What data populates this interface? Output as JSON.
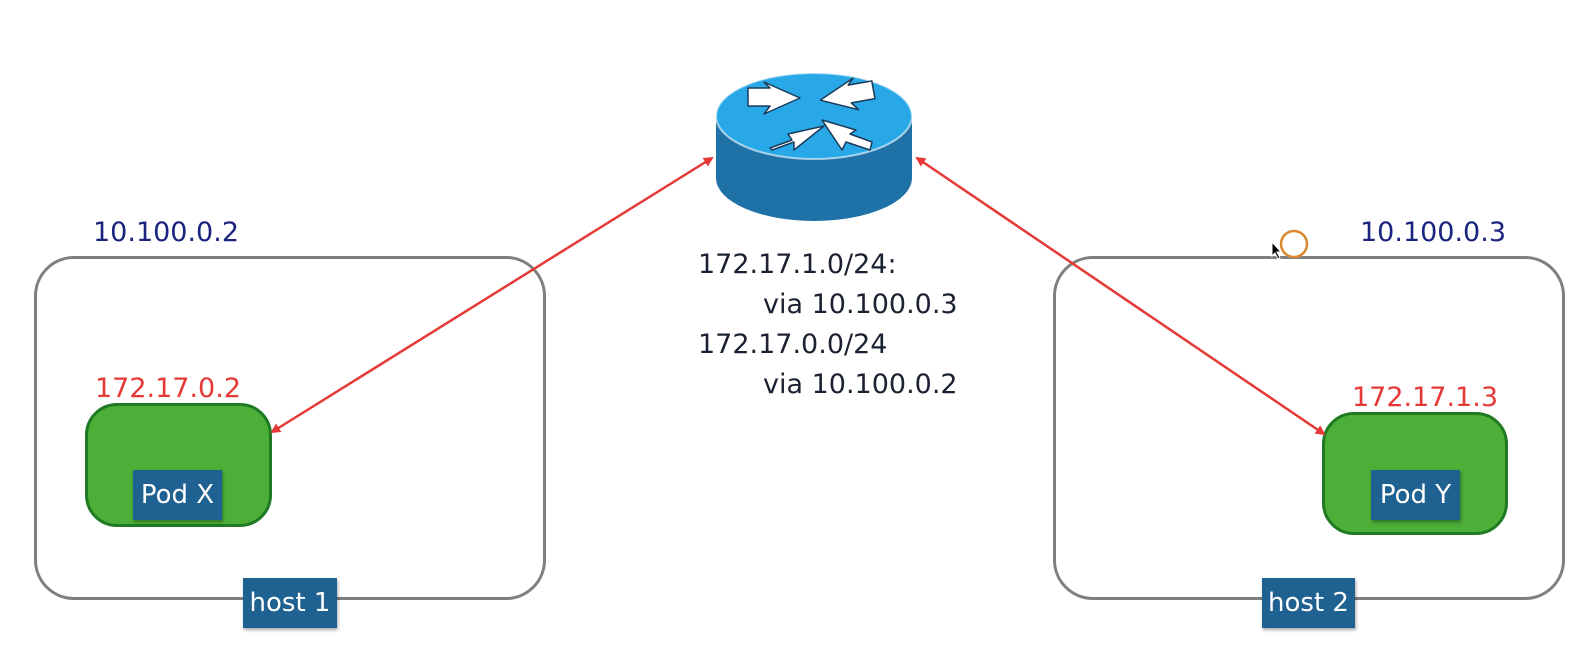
{
  "hosts": [
    {
      "ip": "10.100.0.2",
      "label": "host 1"
    },
    {
      "ip": "10.100.0.3",
      "label": "host 2"
    }
  ],
  "pods": [
    {
      "ip": "172.17.0.2",
      "label": "Pod X"
    },
    {
      "ip": "172.17.1.3",
      "label": "Pod Y"
    }
  ],
  "router": {
    "icon": "router-icon",
    "routes": [
      {
        "network": "172.17.1.0/24:",
        "via": "via 10.100.0.3"
      },
      {
        "network": "172.17.0.0/24",
        "via": "via 10.100.0.2"
      }
    ]
  },
  "colors": {
    "host_border": "#7f7f7f",
    "pod_fill": "#4caf38",
    "pod_border": "#1f7a22",
    "label_fill": "#1f6190",
    "host_ip": "#1a237e",
    "pod_ip": "#e53935",
    "arrow": "#e53935",
    "router_top": "#29a8e8",
    "router_side": "#1f72a8"
  }
}
